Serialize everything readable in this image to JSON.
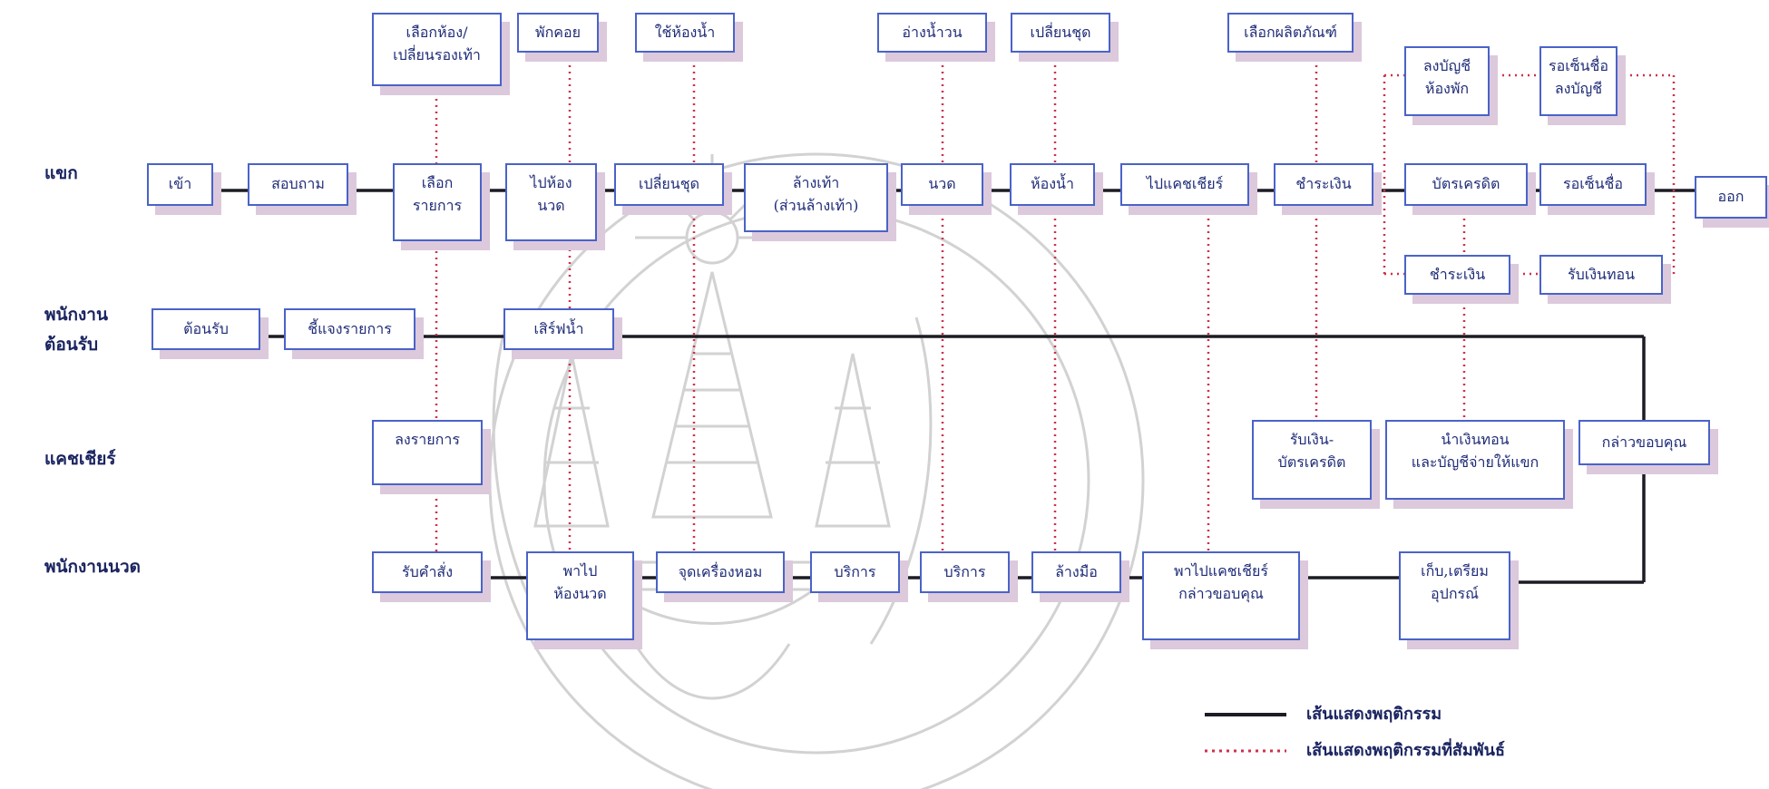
{
  "lanes": {
    "guest": "แขก",
    "reception_1": "พนักงาน",
    "reception_2": "ต้อนรับ",
    "cashier": "แคชเชียร์",
    "masseur": "พนักงานนวด"
  },
  "boxes": {
    "choose_room": [
      "เลือกห้อง/",
      "เปลี่ยนรองเท้า"
    ],
    "rest": "พักคอย",
    "use_toilet": "ใช้ห้องน้ำ",
    "soak": "อ่างน้ำวน",
    "change_clothes": "เปลี่ยนชุด",
    "choose_product": "เลือกผลิตภัณฑ์",
    "register_room": [
      "ลงบัญชี",
      "ห้องพัก"
    ],
    "wait_sign_account": [
      "รอเซ็นชื่อ",
      "ลงบัญชี"
    ],
    "enter": "เข้า",
    "ask": "สอบถาม",
    "select_items": [
      "เลือก",
      "รายการ"
    ],
    "go_massage_room": [
      "ไปห้อง",
      "นวด"
    ],
    "change_outfit": "เปลี่ยนชุด",
    "wash_feet": [
      "ล้างเท้า",
      "(ส่วนล้างเท้า)"
    ],
    "massage": "นวด",
    "bathroom": "ห้องน้ำ",
    "go_cashier": "ไปแคชเชียร์",
    "pay": "ชำระเงิน",
    "credit_card": "บัตรเครดิต",
    "wait_sign": "รอเซ็นชื่อ",
    "exit": "ออก",
    "pay_2": "ชำระเงิน",
    "receive_change": "รับเงินทอน",
    "welcome": "ต้อนรับ",
    "explain_items": "ชี้แจงรายการ",
    "serve_water": "เสิร์ฟน้ำ",
    "record_items": "ลงรายการ",
    "receive_card": [
      "รับเงิน-",
      "บัตรเครดิต"
    ],
    "bring_change": [
      "นำเงินทอน",
      "และบัญชีจ่ายให้แขก"
    ],
    "thank": "กล่าวขอบคุณ",
    "receive_order": "รับคำสั่ง",
    "take_to_room": [
      "พาไป",
      "ห้องนวด"
    ],
    "light_incense": "จุดเครื่องหอม",
    "service_1": "บริการ",
    "service_2": "บริการ",
    "wash_hands": "ล้างมือ",
    "take_to_cashier": [
      "พาไปแคชเชียร์",
      "กล่าวขอบคุณ"
    ],
    "store_equipment": [
      "เก็บ,เตรียม",
      "อุปกรณ์"
    ]
  },
  "legend": {
    "solid_label": "เส้นแสดงพฤติกรรม",
    "dotted_label": "เส้นแสดงพฤติกรรมที่สัมพันธ์"
  },
  "colors": {
    "box_border": "#4a63c8",
    "box_shadow": "#dcc9dc",
    "text": "#1f2c78",
    "solid_line": "#1c1c24",
    "dotted_line": "#d0304a",
    "watermark": "#cccccc"
  }
}
